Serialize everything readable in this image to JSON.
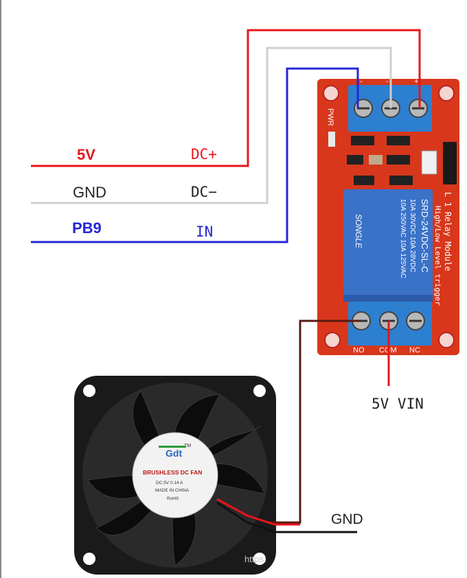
{
  "colors": {
    "red_wire": "#e8141b",
    "gray_wire": "#cfcfcf",
    "blue_wire": "#2626d6",
    "brown_wire": "#5a1a10",
    "black_wire": "#111111",
    "relay_board": "#d8371c",
    "terminal_block": "#2d7fd0",
    "relay_body": "#3a72c8",
    "fan_frame": "#1a1a1a",
    "fan_label": "#f2f2f2"
  },
  "left_labels": {
    "vcc": "5V",
    "gnd": "GND",
    "signal": "PB9"
  },
  "right_labels": {
    "vcc": "DC+",
    "gnd": "DC−",
    "signal": "IN"
  },
  "relay": {
    "top_pins": [
      "-",
      "-",
      "+"
    ],
    "bottom_pins": [
      "NO",
      "COM",
      "NC"
    ],
    "pwr_mark": "PWR",
    "side_text_1": "L 1 Relay Module",
    "side_text_2": "High/Low Level trigger",
    "relay_text_1": "SRD-24VDC-SL-C",
    "relay_text_2": "10A 250VAC  10A 125VAC",
    "relay_text_3": "10A 30VDC  10A 28VDC",
    "brand": "SONGLE"
  },
  "fan": {
    "brand": "Gdt",
    "product": "BRUSHLESS DC FAN",
    "spec": "DC:5V 0.14 A",
    "origin": "MADE IN CHINA",
    "rohs": "RoHS",
    "tm": "TM"
  },
  "com_label": "5V VIN",
  "fan_gnd_label": "GND",
  "watermark": "https:"
}
